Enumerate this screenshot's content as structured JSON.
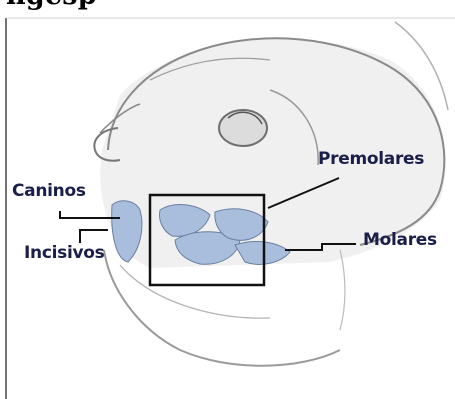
{
  "heading_fragment": "ngesp",
  "labels": {
    "caninos": "Caninos",
    "incisivos": "Incisivos",
    "premolares": "Premolares",
    "molares": "Molares"
  },
  "colors": {
    "label_text": "#1a1f4a",
    "tooth_fill": "#a9bedd",
    "sketch_stroke": "#9a9a9a",
    "leader_line": "#111111"
  }
}
